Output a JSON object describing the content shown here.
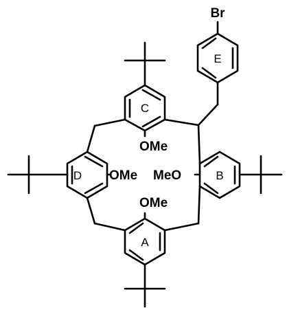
{
  "molecule": {
    "rings": {
      "A": "A",
      "B": "B",
      "C": "C",
      "D": "D",
      "E": "E"
    },
    "substituents": {
      "bromo": "Br",
      "methoxy_a": "OMe",
      "methoxy_c": "OMe",
      "methoxy_d": "OMe",
      "methoxy_b": "MeO"
    }
  },
  "colors": {
    "ink": "#000000",
    "background": "#ffffff"
  }
}
